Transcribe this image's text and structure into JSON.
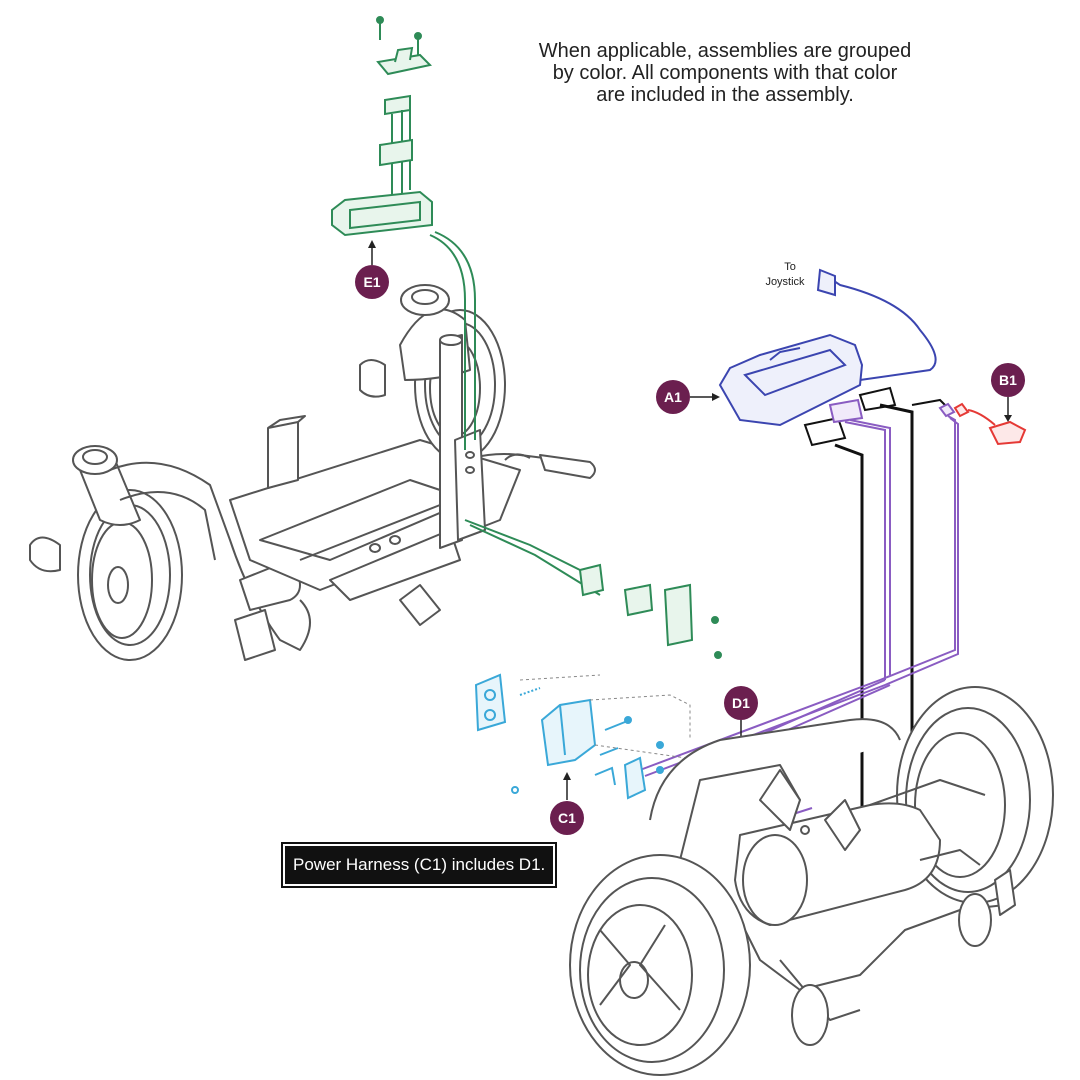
{
  "note": "When applicable, assemblies are grouped\nby color. All components with that color\nare included in the assembly.",
  "to_label_1": "To",
  "to_label_2": "Joystick",
  "callout": "Power Harness (C1) includes D1.",
  "badges": {
    "a1": "A1",
    "b1": "B1",
    "c1": "C1",
    "d1": "D1",
    "e1": "E1"
  },
  "colors": {
    "badge": "#6b1f4f",
    "green": "#2e8b57",
    "blue": "#3b45b0",
    "red": "#e53935",
    "cyan": "#3aa8d8",
    "purple": "#8a5cc2",
    "black": "#111111",
    "line": "#555555"
  }
}
